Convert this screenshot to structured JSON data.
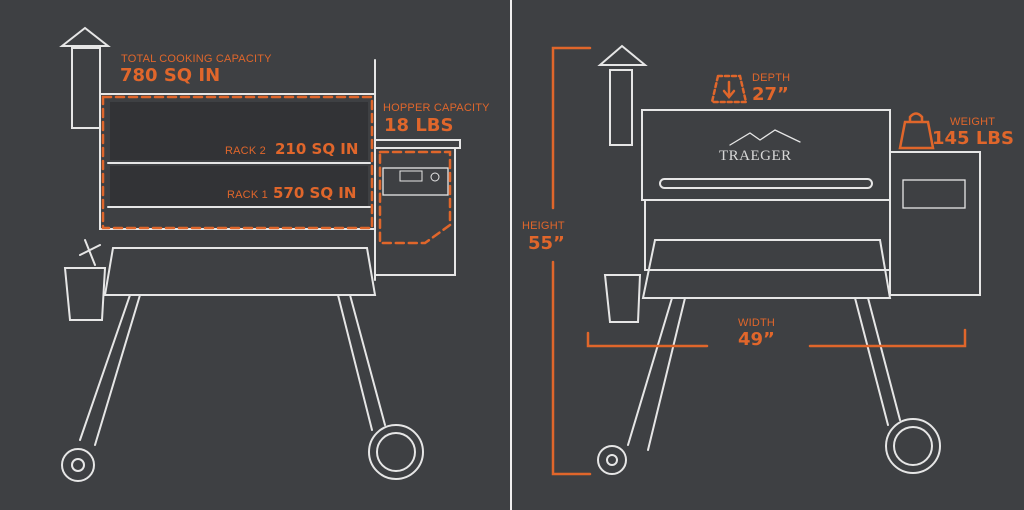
{
  "colors": {
    "background": "#3e4043",
    "accent": "#e0662b",
    "sketch": "#e6e6e6"
  },
  "left_panel": {
    "total_capacity_label": "TOTAL COOKING CAPACITY",
    "total_capacity_value": "780 SQ IN",
    "hopper_label": "HOPPER CAPACITY",
    "hopper_value": "18 LBS",
    "rack2_label": "RACK 2",
    "rack2_value": "210 SQ IN",
    "rack1_label": "RACK 1",
    "rack1_value": "570 SQ IN"
  },
  "right_panel": {
    "brand": "TRAEGER",
    "depth_label": "DEPTH",
    "depth_value": "27”",
    "weight_label": "WEIGHT",
    "weight_value": "145 LBS",
    "height_label": "HEIGHT",
    "height_value": "55”",
    "width_label": "WIDTH",
    "width_value": "49”"
  }
}
